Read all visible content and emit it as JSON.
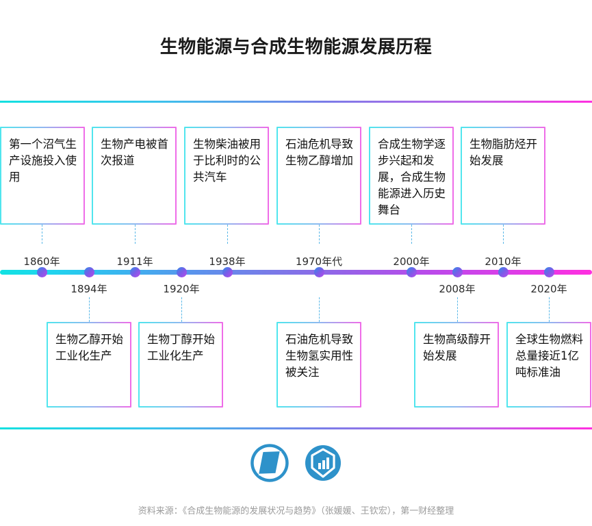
{
  "title": "生物能源与合成生物能源发展历程",
  "theme": {
    "accent_cyan": "#12e2e2",
    "accent_magenta": "#ff2fe0",
    "accent_blue": "#38c6ec",
    "dot_gradient_start": "#2f8fe8",
    "dot_gradient_end": "#b94bea",
    "dash_line": "#5cb9e8",
    "logo_blue": "#2e92ca",
    "text_dark": "#111111",
    "text_muted": "#9b9b9b"
  },
  "timeline": {
    "years_above": [
      "1860年",
      "1911年",
      "1938年",
      "1970年代",
      "2000年",
      "2010年"
    ],
    "years_below": [
      "1894年",
      "1920年",
      "2008年",
      "2020年"
    ],
    "markers": [
      {
        "year": "1860年",
        "position": "above"
      },
      {
        "year": "1894年",
        "position": "below"
      },
      {
        "year": "1911年",
        "position": "above"
      },
      {
        "year": "1920年",
        "position": "below"
      },
      {
        "year": "1938年",
        "position": "above"
      },
      {
        "year": "1970年代",
        "position": "above"
      },
      {
        "year": "2000年",
        "position": "above"
      },
      {
        "year": "2008年",
        "position": "below"
      },
      {
        "year": "2010年",
        "position": "above"
      },
      {
        "year": "2020年",
        "position": "below"
      }
    ]
  },
  "cards_top": [
    {
      "year": "1860年",
      "text": "第一个沼气生产设施投入使用"
    },
    {
      "year": "1911年",
      "text": "生物产电被首次报道"
    },
    {
      "year": "1938年",
      "text": "生物柴油被用于比利时的公共汽车"
    },
    {
      "year": "1970年代",
      "text": "石油危机导致生物乙醇增加"
    },
    {
      "year": "2000年",
      "text": "合成生物学逐步兴起和发展，合成生物能源进入历史舞台"
    },
    {
      "year": "2010年",
      "text": "生物脂肪烃开始发展"
    }
  ],
  "cards_bottom": [
    {
      "year": "1894年",
      "text": "生物乙醇开始工业化生产"
    },
    {
      "year": "1920年",
      "text": "生物丁醇开始工业化生产"
    },
    {
      "year": "1970年代",
      "text": "石油危机导致生物氢实用性被关注"
    },
    {
      "year": "2008年",
      "text": "生物高级醇开始发展"
    },
    {
      "year": "2020年",
      "text": "全球生物燃料总量接近1亿吨标准油"
    }
  ],
  "logos": [
    {
      "name": "yicai-circle-logo"
    },
    {
      "name": "yicai-hexagon-chart-logo"
    }
  ],
  "source": "资料来源：《合成生物能源的发展状况与趋势》（张媛媛、王钦宏），第一财经整理"
}
